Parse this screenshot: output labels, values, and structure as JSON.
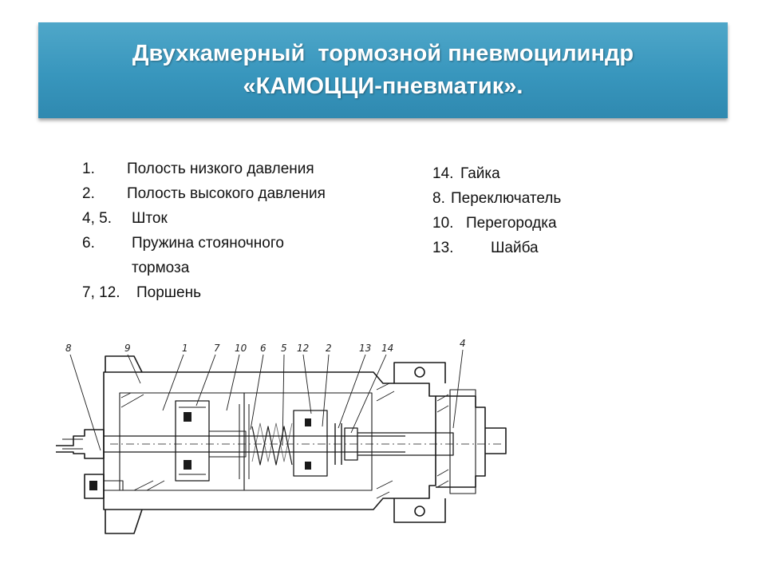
{
  "slide": {
    "title_line1": "Двухкамерный  тормозной пневмоцилиндр",
    "title_line2": "«КАМОЦЦИ-пневматик».",
    "legend_left": [
      {
        "num": "1.",
        "label": "Полость низкого давления"
      },
      {
        "num": "2.",
        "label": "Полость высокого давления"
      },
      {
        "num": "4, 5.",
        "label": "Шток"
      },
      {
        "num": "6.",
        "label": "Пружина стояночного"
      },
      {
        "num": "",
        "label": "тормоза"
      },
      {
        "num": "7, 12.",
        "label": "Поршень"
      }
    ],
    "legend_right": [
      {
        "num": "14.",
        "label": "Гайка"
      },
      {
        "num": "8.",
        "label": "Переключатель"
      },
      {
        "num": "10.",
        "label": "Перегородка"
      },
      {
        "num": "13.",
        "label": "Шайба"
      }
    ]
  },
  "drawing": {
    "callouts": [
      "8",
      "9",
      "1",
      "7",
      "10",
      "6",
      "5",
      "12",
      "2",
      "13",
      "14",
      "4"
    ]
  },
  "colors": {
    "banner": "#3896bd",
    "banner_text": "#ffffff",
    "ink": "#1a1a1a"
  }
}
